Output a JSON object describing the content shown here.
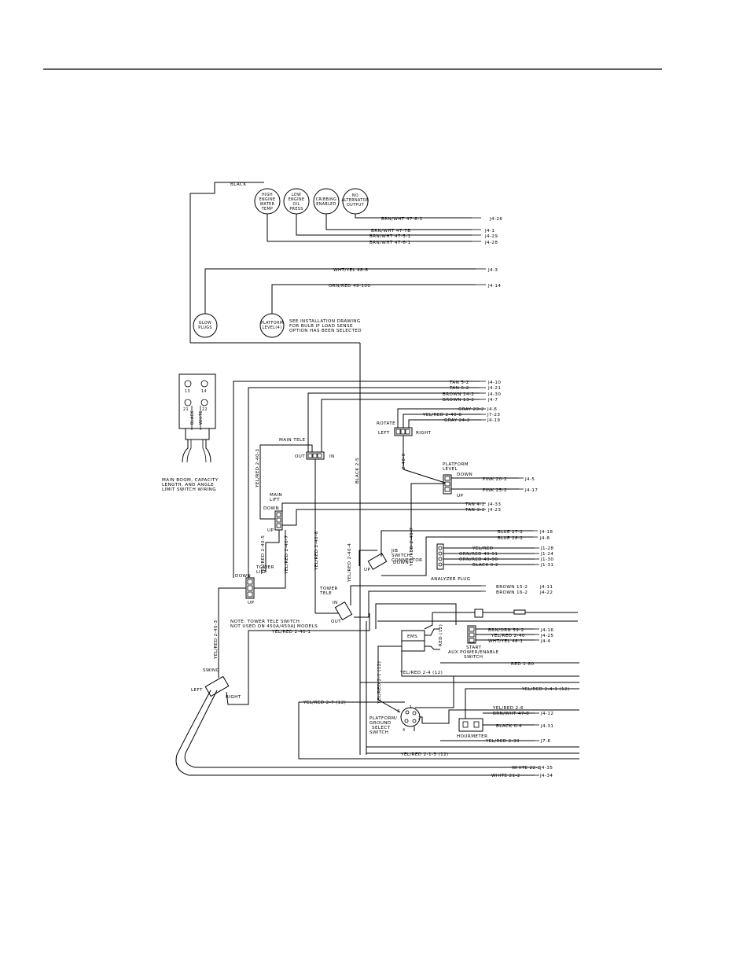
{
  "sensors": {
    "black_label": "BLACK",
    "high_temp": [
      "HIGH",
      "ENGINE",
      "WATER",
      "TEMP"
    ],
    "low_oil": [
      "LOW",
      "ENGINE",
      "OIL",
      "PRESS"
    ],
    "cribbing": [
      "CRIBBING",
      "ENABLED"
    ],
    "no_alt": [
      "NO",
      "ALTERNATOR",
      "OUTPUT"
    ],
    "glow": [
      "GLOW",
      "PLUGS"
    ],
    "platform_level": [
      "PLATFORM",
      "LEVEL(4)"
    ]
  },
  "note_install": [
    "SEE INSTALLATION DRAWING",
    "FOR BULB IF LOAD SENSE",
    "OPTION HAS BEEN SELECTED"
  ],
  "limit_switch": {
    "t1": "13",
    "t2": "14",
    "t3": "21",
    "t4": "22",
    "w1": "BLACK",
    "w2": "WHITE",
    "caption": [
      "MAIN BOOM, CAPACITY",
      "LENGTH, AND ANGLE",
      "LIMIT SWITCH WIRING"
    ]
  },
  "wires": {
    "w1": [
      "BRN/WHT 47-8-1",
      "J4-26"
    ],
    "w2": [
      "BRN/WHT 47-7B",
      "J4-1"
    ],
    "w3": [
      "BRN/WHT 47-5-1",
      "J4-29"
    ],
    "w4": [
      "BRN/WHT 47-6-1",
      "J4-28"
    ],
    "w5": [
      "WHT/YEL 48-6",
      "J4-3"
    ],
    "w6": [
      "ORN/RED 49-100",
      "J4-14"
    ],
    "w7": [
      "TAN 5-2",
      "J4-10"
    ],
    "w8": [
      "TAN 6-2",
      "J4-21"
    ],
    "w9": [
      "BROWN 14-2",
      "J4-30"
    ],
    "w10": [
      "BROWN 13-2",
      "J4-7"
    ],
    "w11": [
      "GRAY 23-2",
      "J4-6"
    ],
    "w12": [
      "YEL/RED 2-40-8",
      "J7-23"
    ],
    "w13": [
      "GRAY 24-2",
      "J4-19"
    ],
    "w14": [
      "PINK 20-2",
      "J4-5"
    ],
    "w15": [
      "PINK 25-2",
      "J4-17"
    ],
    "w16": [
      "TAN 4-2",
      "J4-33"
    ],
    "w17": [
      "TAN 3-2",
      "J4-23"
    ],
    "w18": [
      "BLUE 27-2",
      "J4-18"
    ],
    "w19": [
      "BLUE 28-2",
      "J4-8"
    ],
    "w20": [
      "YEL/RED",
      "J1-28"
    ],
    "w21": [
      "ORN/RED 49-91",
      "J1-24"
    ],
    "w22": [
      "ORN/RED 49-90",
      "J1-30"
    ],
    "w23": [
      "BLACK 0-2",
      "J1-31"
    ],
    "w24": [
      "BROWN 15-2",
      "J4-11"
    ],
    "w25": [
      "BROWN 16-2",
      "J4-22"
    ],
    "w26": [
      "BRN/ORN 59-2",
      "J4-16"
    ],
    "w27": [
      "YEL/RED 2-40",
      "J4-25"
    ],
    "w28": [
      "WHT/YEL 48-1",
      "J4-4"
    ],
    "w29": [
      "RED 1-80",
      ""
    ],
    "w30": [
      "YEL/RED 2-4-1 (12)",
      ""
    ],
    "w31": [
      "YEL/RED 2-6",
      ""
    ],
    "w32": [
      "BRN/WHT 47-8",
      "J4-12"
    ],
    "w33": [
      "BLACK 0-4",
      "J4-31"
    ],
    "w34": [
      "YEL/RED 2-30",
      "J7-8"
    ],
    "w35": [
      "YEL/RED 2-1-3 (12)",
      ""
    ],
    "w36": [
      "WHITE 22-2",
      "J4-35"
    ],
    "w37": [
      "WHITE 21-2",
      "J4-34"
    ]
  },
  "vwires": {
    "black_2_5": "BLACK 2-5",
    "yr_2_40_3": "YEL/RED 2-40-3",
    "yr_2_40_5": "YEL/RED 2-40-5",
    "yr_2_40_6": "YEL/RED 2-40-6",
    "yr_2_40_7a": "YEL/RED 2-40-7",
    "yr_2_40_7b": "YEL/RED 2-40-7",
    "yr_2_40_4": "YEL/RED 2-40-4",
    "y2_40_8": "2-40-8",
    "yr_2_1": "YEL/RED 2-1 (12)",
    "yr_2_4_12": "YEL/RED 2-4 (12)",
    "yr_2_40_1": "YEL/RED 2-40-1",
    "yr_2_7": "YEL/RED 2-7 (12)",
    "red_12": "RED (12)"
  },
  "components": {
    "main_tele": "MAIN TELE",
    "out": "OUT",
    "in": "IN",
    "rotate": "ROTATE",
    "left": "LEFT",
    "right": "RIGHT",
    "platform_level": [
      "PLATFORM",
      "LEVEL"
    ],
    "down": "DOWN",
    "up": "UP",
    "main_lift": [
      "MAIN",
      "LIFT"
    ],
    "jib": [
      "JIB",
      "SWITCH",
      "CONNECTOR"
    ],
    "analyzer": "ANALYZER PLUG",
    "tower_lift": [
      "TOWER",
      "LIFT"
    ],
    "tower_tele": [
      "TOWER",
      "TELE"
    ],
    "note": [
      "NOTE:  TOWER TELE SWITCH",
      "NOT USED ON 450A/450AJ MODELS"
    ],
    "ems": "EMS",
    "start": [
      "START",
      "AUX POWER/ENABLE",
      "SWITCH"
    ],
    "swing": "SWING",
    "platform_ground": [
      "PLATFORM/",
      "GROUND",
      "SELECT",
      "SWITCH"
    ],
    "hourmeter": "HOURMETER",
    "pins": [
      "1",
      "2",
      "3",
      "4"
    ]
  }
}
